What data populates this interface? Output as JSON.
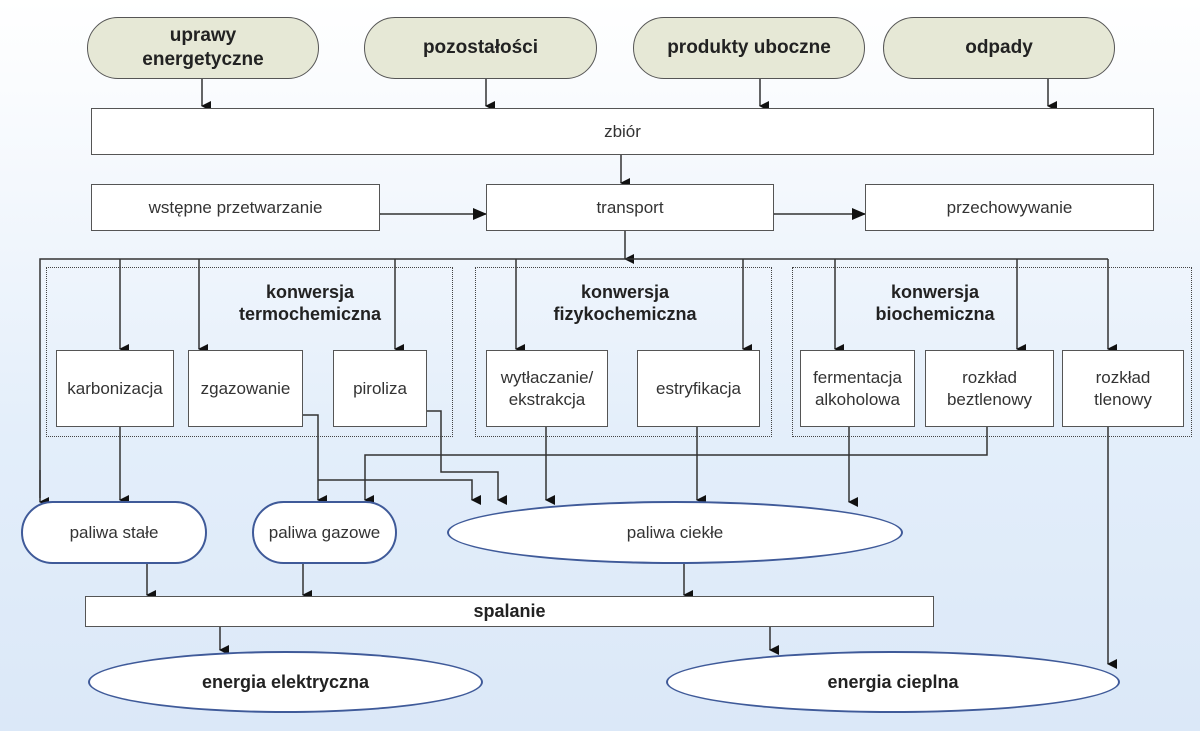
{
  "sources": [
    {
      "id": "uprawy",
      "label": "uprawy\nenergetyczne"
    },
    {
      "id": "pozostalosci",
      "label": "pozostałości"
    },
    {
      "id": "produkty",
      "label": "produkty uboczne"
    },
    {
      "id": "odpady",
      "label": "odpady"
    }
  ],
  "process": {
    "zbior": "zbiór",
    "wstepne": "wstępne przetwarzanie",
    "transport": "transport",
    "przechowywanie": "przechowywanie"
  },
  "groups": {
    "thermo": {
      "title": "konwersja\ntermochemiczna",
      "items": [
        "karbonizacja",
        "zgazowanie",
        "piroliza"
      ]
    },
    "physico": {
      "title": "konwersja\nfizykochemiczna",
      "items": [
        "wytłaczanie/\nekstrakcja",
        "estryfikacja"
      ]
    },
    "bio": {
      "title": "konwersja\nbiochemiczna",
      "items": [
        "fermentacja\nalkoholowa",
        "rozkład\nbeztlenowy",
        "rozkład\ntlenowy"
      ]
    }
  },
  "fuels": {
    "stale": "paliwa stałe",
    "gazowe": "paliwa gazowe",
    "ciekle": "paliwa ciekłe"
  },
  "spalanie": "spalanie",
  "energy": {
    "elektryczna": "energia elektryczna",
    "cieplna": "energia cieplna"
  }
}
